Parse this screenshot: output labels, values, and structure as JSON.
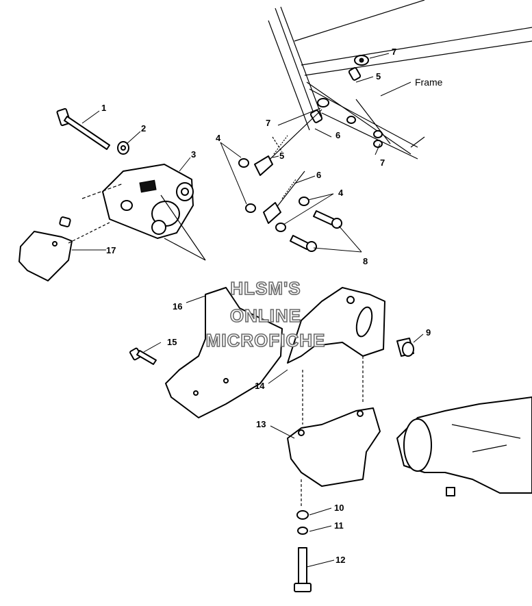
{
  "diagram": {
    "callouts": [
      "1",
      "2",
      "3",
      "4",
      "5",
      "6",
      "7",
      "8",
      "9",
      "10",
      "11",
      "12",
      "13",
      "14",
      "15",
      "16",
      "17"
    ],
    "frame_label": "Frame",
    "watermark": [
      "HLSM'S",
      "ONLINE",
      "MICROFICHE"
    ]
  }
}
